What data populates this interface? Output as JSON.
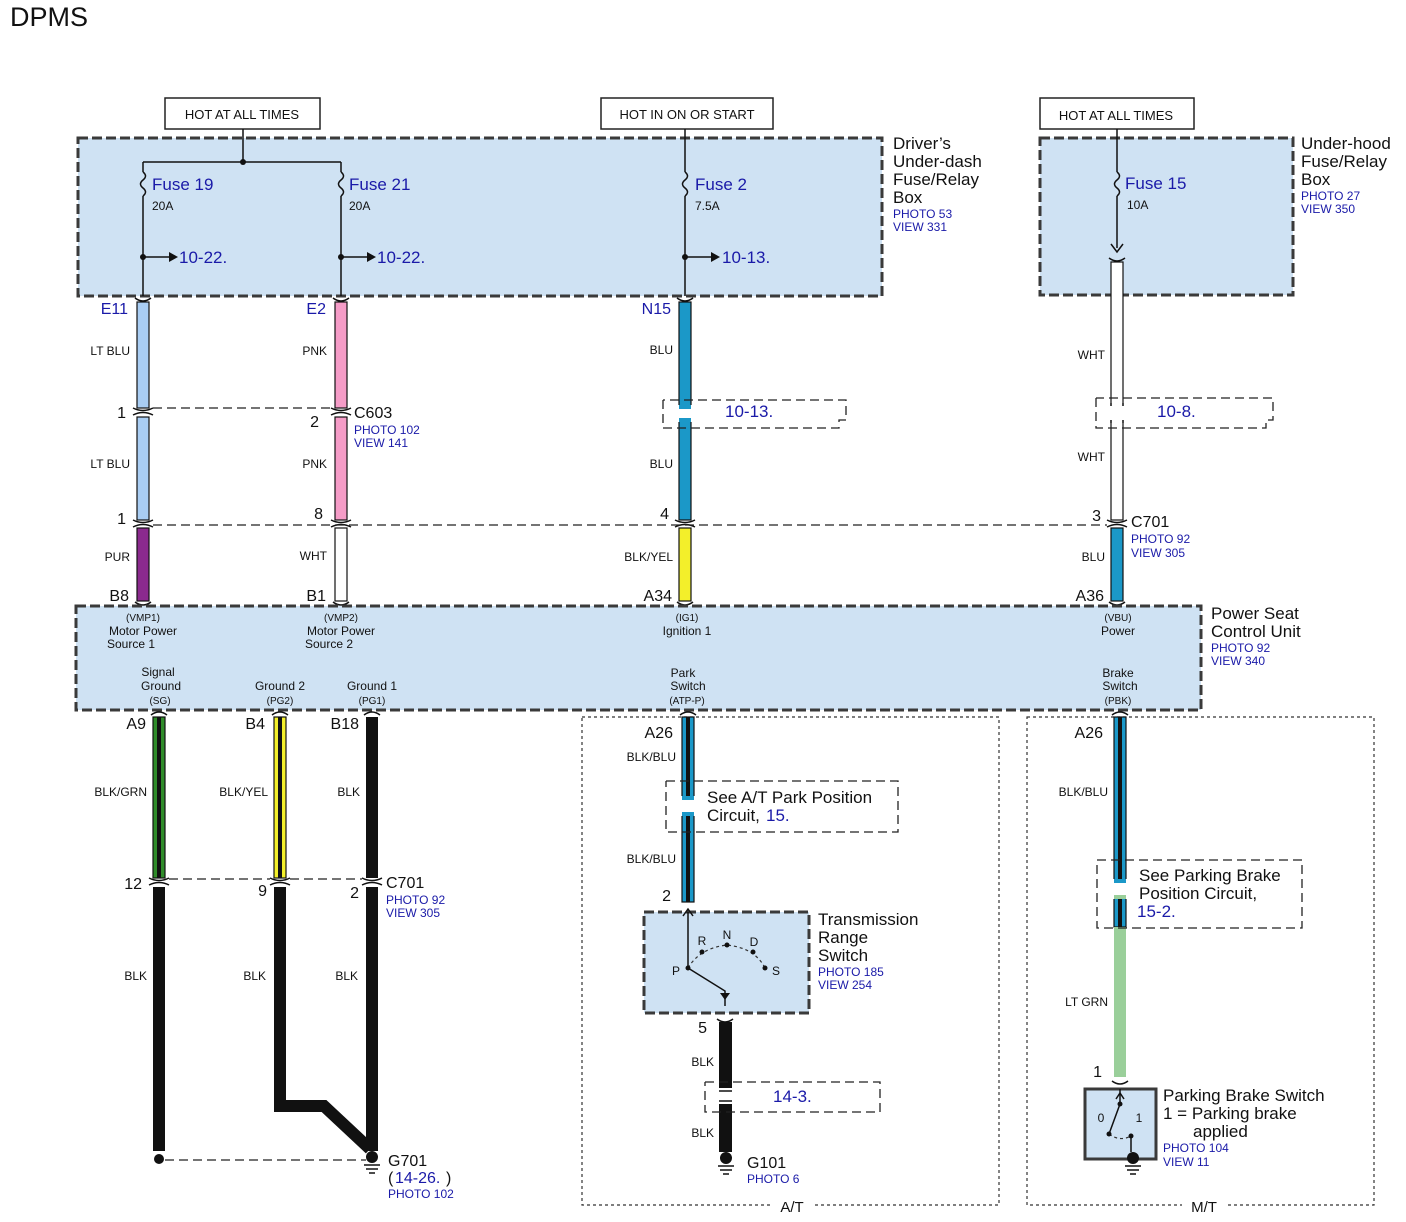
{
  "title": "DPMS",
  "sources": {
    "s1": "HOT AT ALL TIMES",
    "s2": "HOT IN ON OR START",
    "s3": "HOT AT ALL TIMES"
  },
  "fuse_box": {
    "name_lines": [
      "Driver’s",
      "Under-dash",
      "Fuse/Relay",
      "Box"
    ],
    "photo": "PHOTO 53",
    "view": "VIEW 331",
    "fuses": [
      {
        "label": "Fuse 19",
        "rating": "20A",
        "ref": "10-22.",
        "terminal": "E11"
      },
      {
        "label": "Fuse 21",
        "rating": "20A",
        "ref": "10-22.",
        "terminal": "E2"
      },
      {
        "label": "Fuse 2",
        "rating": "7.5A",
        "ref": "10-13.",
        "terminal": "N15"
      }
    ]
  },
  "underhood_box": {
    "name_lines": [
      "Under-hood",
      "Fuse/Relay",
      "Box"
    ],
    "photo": "PHOTO 27",
    "view": "VIEW 350",
    "fuse": {
      "label": "Fuse 15",
      "rating": "10A"
    }
  },
  "wire_colors": {
    "lt_blu": "LT BLU",
    "pnk": "PNK",
    "blu": "BLU",
    "wht": "WHT",
    "pur": "PUR",
    "blk_yel": "BLK/YEL",
    "blk_grn": "BLK/GRN",
    "blk": "BLK",
    "blk_blu": "BLK/BLU",
    "lt_grn": "LT GRN"
  },
  "wire_hex": {
    "lt_blu": "#a9cdf3",
    "pnk": "#f59cc7",
    "blu": "#1b98c8",
    "wht": "#ffffff",
    "pur": "#8b2a8e",
    "yel": "#f3ef2a",
    "grn": "#2f8c2a",
    "blk": "#111111",
    "lt_grn": "#9acf9a",
    "box_fill": "#cfe2f3",
    "ref_blue": "#1a1aa8"
  },
  "connectors": {
    "c603": {
      "name": "C603",
      "photo": "PHOTO 102",
      "view": "VIEW 141",
      "pin_a": "1",
      "pin_b": "2"
    },
    "c701_top": {
      "name": "C701",
      "photo": "PHOTO 92",
      "view": "VIEW 305",
      "pins": [
        "1",
        "8",
        "4",
        "3"
      ]
    },
    "c701_bottom": {
      "name": "C701",
      "photo": "PHOTO 92",
      "view": "VIEW 305",
      "pins": [
        "12",
        "9",
        "2"
      ]
    }
  },
  "refs": {
    "blu_ref": "10-13.",
    "wht_ref": "10-8."
  },
  "control_unit": {
    "name_lines": [
      "Power Seat",
      "Control Unit"
    ],
    "photo": "PHOTO 92",
    "view": "VIEW 340",
    "top_pins": [
      {
        "pin": "B8",
        "code": "(VMP1)",
        "desc1": "Motor Power",
        "desc2": "Source 1"
      },
      {
        "pin": "B1",
        "code": "(VMP2)",
        "desc1": "Motor Power",
        "desc2": "Source 2"
      },
      {
        "pin": "A34",
        "code": "(IG1)",
        "desc1": "Ignition 1",
        "desc2": ""
      },
      {
        "pin": "A36",
        "code": "(VBU)",
        "desc1": "Power",
        "desc2": ""
      }
    ],
    "bottom_pins": [
      {
        "pin": "A9",
        "l1": "Signal",
        "l2": "Ground",
        "code": "(SG)"
      },
      {
        "pin": "B4",
        "l1": "",
        "l2": "Ground 2",
        "code": "(PG2)"
      },
      {
        "pin": "B18",
        "l1": "",
        "l2": "Ground 1",
        "code": "(PG1)"
      },
      {
        "pin": "A26",
        "l1": "Park",
        "l2": "Switch",
        "code": "(ATP-P)"
      },
      {
        "pin": "A26",
        "l1": "Brake",
        "l2": "Switch",
        "code": "(PBK)"
      }
    ]
  },
  "at_section": {
    "label": "A/T",
    "see_lines": [
      "See A/T Park Position",
      "Circuit, "
    ],
    "see_ref": "15.",
    "switch": {
      "name_lines": [
        "Transmission",
        "Range",
        "Switch"
      ],
      "photo": "PHOTO 185",
      "view": "VIEW 254",
      "pin_top": "2",
      "pin_bottom": "5",
      "positions": [
        "P",
        "R",
        "N",
        "D",
        "S"
      ]
    },
    "ref": "14-3.",
    "ground": {
      "name": "G101",
      "photo": "PHOTO 6"
    }
  },
  "mt_section": {
    "label": "M/T",
    "see_lines": [
      "See Parking Brake",
      "Position Circuit,"
    ],
    "see_ref": "15-2.",
    "switch": {
      "name": "Parking Brake Switch",
      "desc1": "1 = Parking brake",
      "desc2": "applied",
      "photo": "PHOTO 104",
      "view": "VIEW 11",
      "pin": "1",
      "positions": [
        "0",
        "1"
      ]
    }
  },
  "ground_g701": {
    "name": "G701",
    "ref_open": "(",
    "ref": "14-26.",
    "ref_close": ")",
    "photo": "PHOTO 102"
  }
}
